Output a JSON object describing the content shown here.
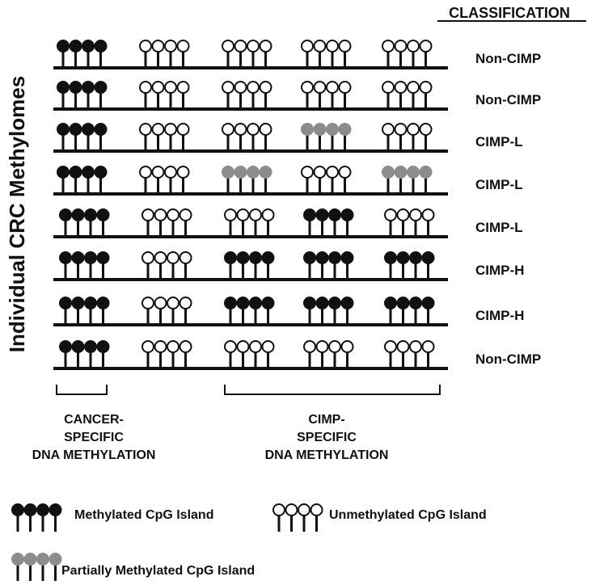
{
  "y_axis_label": "Individual CRC Methylomes",
  "classification_header": "CLASSIFICATION",
  "colors": {
    "methylated": "#111111",
    "unmethylated": "#ffffff",
    "partial": "#8c8c8c",
    "line": "#111111"
  },
  "rows": [
    {
      "classification": "Non-CIMP",
      "islands": [
        "methylated",
        "unmethylated",
        "unmethylated",
        "unmethylated",
        "unmethylated"
      ]
    },
    {
      "classification": "Non-CIMP",
      "islands": [
        "methylated",
        "unmethylated",
        "unmethylated",
        "unmethylated",
        "unmethylated"
      ]
    },
    {
      "classification": "CIMP-L",
      "islands": [
        "methylated",
        "unmethylated",
        "unmethylated",
        "partial",
        "unmethylated"
      ]
    },
    {
      "classification": "CIMP-L",
      "islands": [
        "methylated",
        "unmethylated",
        "partial",
        "unmethylated",
        "partial"
      ]
    },
    {
      "classification": "CIMP-L",
      "islands": [
        "methylated",
        "unmethylated",
        "unmethylated",
        "methylated",
        "unmethylated"
      ]
    },
    {
      "classification": "CIMP-H",
      "islands": [
        "methylated",
        "unmethylated",
        "methylated",
        "methylated",
        "methylated"
      ]
    },
    {
      "classification": "CIMP-H",
      "islands": [
        "methylated",
        "unmethylated",
        "methylated",
        "methylated",
        "methylated"
      ]
    },
    {
      "classification": "Non-CIMP",
      "islands": [
        "methylated",
        "unmethylated",
        "unmethylated",
        "unmethylated",
        "unmethylated"
      ]
    }
  ],
  "brackets": {
    "cancer_specific": [
      "CANCER-",
      "SPECIFIC",
      "DNA METHYLATION"
    ],
    "cimp_specific": [
      "CIMP-",
      "SPECIFIC",
      "DNA METHYLATION"
    ]
  },
  "legend": {
    "methylated": "Methylated CpG Island",
    "unmethylated": "Unmethylated CpG Island",
    "partial": "Partially Methylated CpG Island"
  }
}
